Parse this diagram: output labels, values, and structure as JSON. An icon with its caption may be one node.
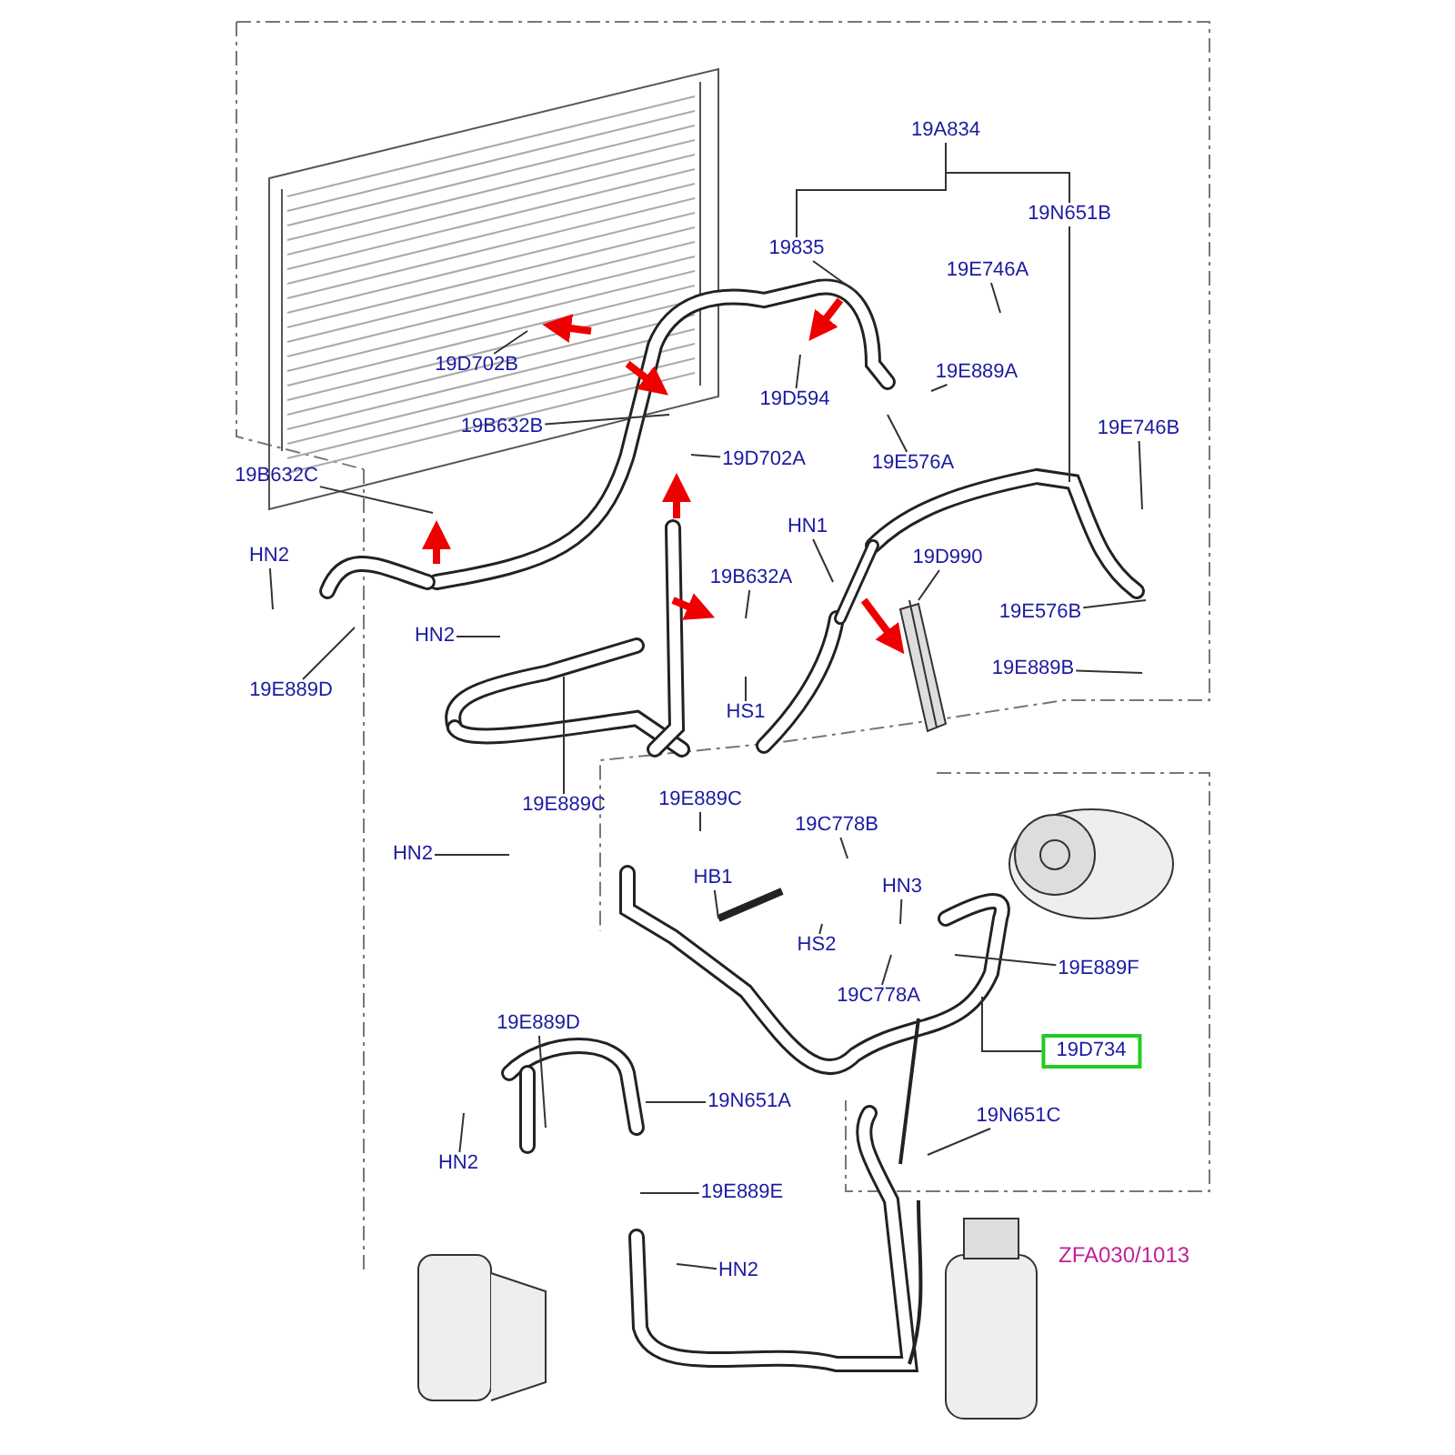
{
  "diagram": {
    "nodes": [
      {
        "text": [
          "19A834"
        ]
      },
      {
        "text": [
          "19835"
        ]
      },
      {
        "text": [
          "19N651B"
        ]
      },
      {
        "text": [
          "19E746A"
        ]
      },
      {
        "text": [
          "19D702B"
        ]
      },
      {
        "text": [
          "19D594"
        ]
      },
      {
        "text": [
          "19E889A"
        ]
      },
      {
        "text": [
          "19B632B"
        ]
      },
      {
        "text": [
          "19D702A"
        ]
      },
      {
        "text": [
          "19E576A"
        ]
      },
      {
        "text": [
          "19E746B"
        ]
      },
      {
        "text": [
          "19B632C"
        ]
      },
      {
        "text": [
          "HN2"
        ]
      },
      {
        "text": [
          "HN1"
        ]
      },
      {
        "text": [
          "19D990"
        ]
      },
      {
        "text": [
          "19B632A"
        ]
      },
      {
        "text": [
          "19E576B"
        ]
      },
      {
        "text": [
          "HN2"
        ]
      },
      {
        "text": [
          "19E889D"
        ]
      },
      {
        "text": [
          "HS1"
        ]
      },
      {
        "text": [
          "19E889B"
        ]
      },
      {
        "text": [
          "19E889C"
        ]
      },
      {
        "text": [
          "19E889C"
        ]
      },
      {
        "text": [
          "HN2"
        ]
      },
      {
        "text": [
          "19C778B"
        ]
      },
      {
        "text": [
          "HB1"
        ]
      },
      {
        "text": [
          "HN3"
        ]
      },
      {
        "text": [
          "HS2"
        ]
      },
      {
        "text": [
          "19C778A"
        ]
      },
      {
        "text": [
          "19E889F"
        ]
      },
      {
        "text": [
          "19D734"
        ]
      },
      {
        "text": [
          "19E889D"
        ]
      },
      {
        "text": [
          "19N651A"
        ]
      },
      {
        "text": [
          "19N651C"
        ]
      },
      {
        "text": [
          "HN2"
        ]
      },
      {
        "text": [
          "19E889E"
        ]
      },
      {
        "text": [
          "HN2"
        ]
      }
    ],
    "edges": [
      {
        "from": 0,
        "to": 1,
        "arrow": "none"
      },
      {
        "from": 0,
        "to": 2,
        "arrow": "none"
      },
      {
        "from": 1,
        "to": null,
        "arrow": "none"
      },
      {
        "from": 2,
        "to": null,
        "arrow": "none"
      },
      {
        "from": 3,
        "to": null,
        "arrow": "none"
      },
      {
        "from": 4,
        "to": null,
        "arrow": "none"
      },
      {
        "from": 5,
        "to": null,
        "arrow": "none"
      },
      {
        "from": 6,
        "to": null,
        "arrow": "none"
      },
      {
        "from": 7,
        "to": null,
        "arrow": "none"
      },
      {
        "from": 8,
        "to": null,
        "arrow": "none"
      },
      {
        "from": 9,
        "to": null,
        "arrow": "none"
      },
      {
        "from": 10,
        "to": null,
        "arrow": "none"
      },
      {
        "from": 11,
        "to": null,
        "arrow": "none"
      },
      {
        "from": 12,
        "to": null,
        "arrow": "none"
      },
      {
        "from": 13,
        "to": null,
        "arrow": "none"
      },
      {
        "from": 14,
        "to": null,
        "arrow": "none"
      },
      {
        "from": 15,
        "to": null,
        "arrow": "none"
      },
      {
        "from": 16,
        "to": null,
        "arrow": "none"
      },
      {
        "from": 17,
        "to": null,
        "arrow": "none"
      },
      {
        "from": 18,
        "to": null,
        "arrow": "none"
      },
      {
        "from": 19,
        "to": null,
        "arrow": "none"
      },
      {
        "from": 20,
        "to": null,
        "arrow": "none"
      },
      {
        "from": 21,
        "to": null,
        "arrow": "none"
      },
      {
        "from": 22,
        "to": null,
        "arrow": "none"
      },
      {
        "from": 23,
        "to": null,
        "arrow": "none"
      },
      {
        "from": 24,
        "to": null,
        "arrow": "none"
      },
      {
        "from": 25,
        "to": null,
        "arrow": "none"
      },
      {
        "from": 26,
        "to": null,
        "arrow": "none"
      },
      {
        "from": 27,
        "to": null,
        "arrow": "none"
      },
      {
        "from": 28,
        "to": null,
        "arrow": "none"
      },
      {
        "from": 29,
        "to": null,
        "arrow": "none"
      },
      {
        "from": 30,
        "to": null,
        "arrow": "none"
      },
      {
        "from": 30,
        "to": null,
        "arrow": "none"
      },
      {
        "from": 31,
        "to": null,
        "arrow": "none"
      },
      {
        "from": 32,
        "to": null,
        "arrow": "none"
      },
      {
        "from": 33,
        "to": null,
        "arrow": "none"
      },
      {
        "from": 34,
        "to": null,
        "arrow": "none"
      },
      {
        "from": 35,
        "to": null,
        "arrow": "none"
      },
      {
        "from": 36,
        "to": null,
        "arrow": "none"
      }
    ],
    "labels": [
      "ZFA030/1013"
    ]
  }
}
